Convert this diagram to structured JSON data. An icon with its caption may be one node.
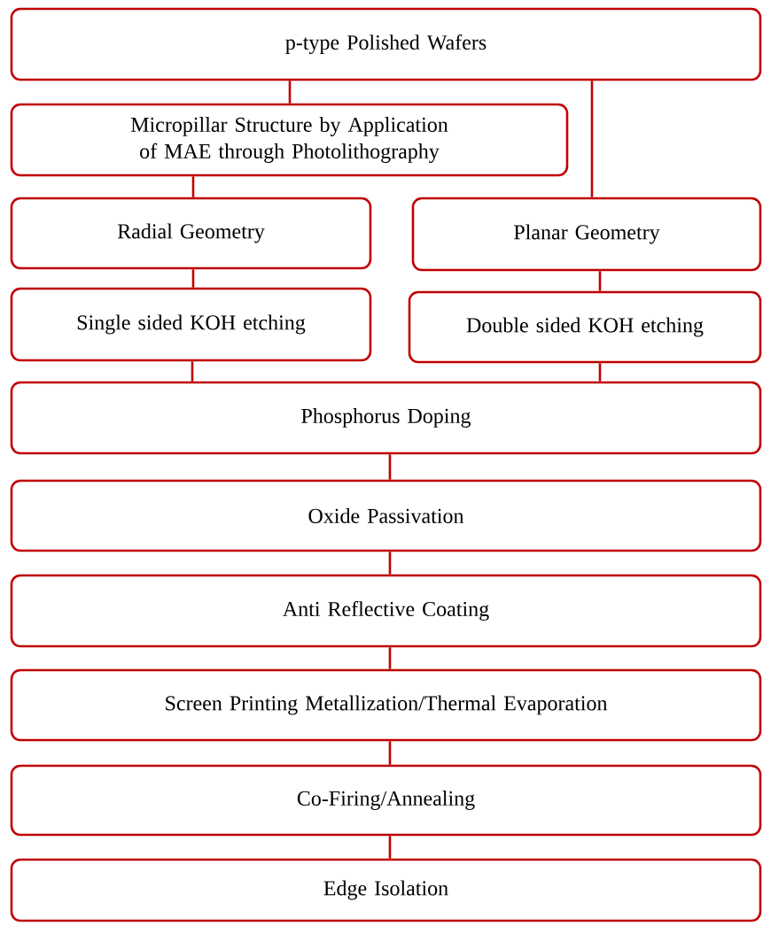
{
  "diagram": {
    "nodes": [
      {
        "text": [
          "p-type Polished Wafers"
        ]
      },
      {
        "text": [
          "Micropillar Structure by Application of MAE through Photolithography"
        ]
      },
      {
        "text": [
          "Radial Geometry"
        ]
      },
      {
        "text": [
          "Planar Geometry"
        ]
      },
      {
        "text": [
          "Single sided KOH etching"
        ]
      },
      {
        "text": [
          "Double sided KOH etching"
        ]
      },
      {
        "text": [
          "Phosphorus Doping"
        ]
      },
      {
        "text": [
          "Oxide Passivation"
        ]
      },
      {
        "text": [
          "Anti Reflective Coating"
        ]
      },
      {
        "text": [
          "Screen Printing Metallization/Thermal Evaporation"
        ]
      },
      {
        "text": [
          "Co-Firing/Annealing"
        ]
      },
      {
        "text": [
          "Edge Isolation"
        ]
      }
    ],
    "edges": [
      {
        "from": 0,
        "to": 1,
        "arrow": "none"
      },
      {
        "from": 0,
        "to": 3,
        "arrow": "none"
      },
      {
        "from": 1,
        "to": 2,
        "arrow": "none"
      },
      {
        "from": 2,
        "to": 4,
        "arrow": "none"
      },
      {
        "from": 3,
        "to": 5,
        "arrow": "none"
      },
      {
        "from": 4,
        "to": 6,
        "arrow": "none"
      },
      {
        "from": 5,
        "to": 6,
        "arrow": "none"
      },
      {
        "from": 6,
        "to": 7,
        "arrow": "none"
      },
      {
        "from": 7,
        "to": 8,
        "arrow": "none"
      },
      {
        "from": 8,
        "to": 9,
        "arrow": "none"
      },
      {
        "from": 9,
        "to": 10,
        "arrow": "none"
      },
      {
        "from": 10,
        "to": 11,
        "arrow": "none"
      }
    ]
  }
}
